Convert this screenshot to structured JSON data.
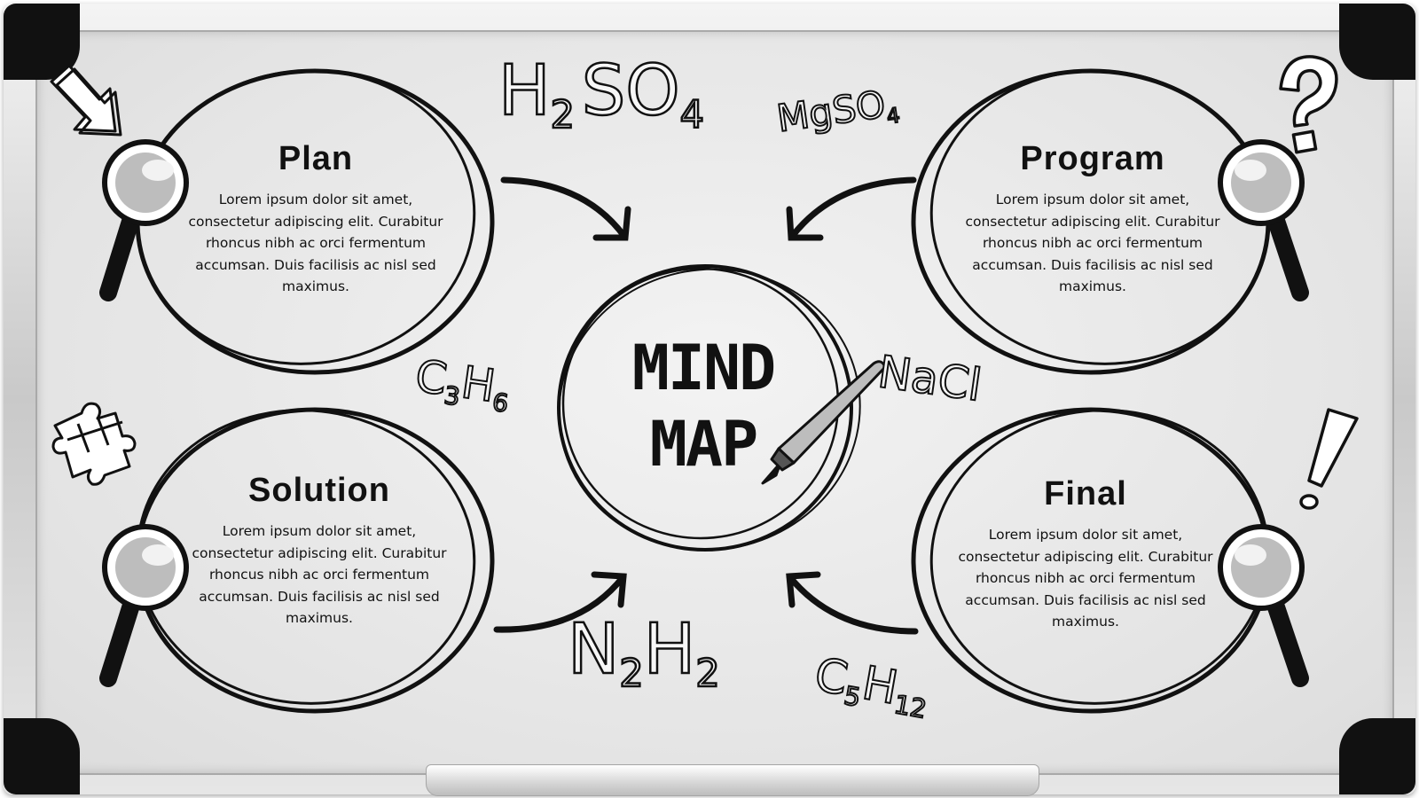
{
  "center": {
    "line1": "MIND",
    "line2": "MAP"
  },
  "nodes": {
    "plan": {
      "title": "Plan",
      "body": "Lorem ipsum dolor sit amet, consectetur adipiscing elit. Curabitur rhoncus nibh ac orci fermentum accumsan. Duis facilisis ac nisl sed maximus."
    },
    "program": {
      "title": "Program",
      "body": "Lorem ipsum dolor sit amet, consectetur adipiscing elit. Curabitur rhoncus nibh ac orci fermentum accumsan. Duis facilisis ac nisl sed maximus."
    },
    "solution": {
      "title": "Solution",
      "body": "Lorem ipsum dolor sit amet, consectetur adipiscing elit. Curabitur rhoncus nibh ac orci fermentum accumsan. Duis facilisis ac nisl sed maximus."
    },
    "final": {
      "title": "Final",
      "body": "Lorem ipsum dolor sit amet, consectetur adipiscing elit. Curabitur rhoncus nibh ac orci fermentum accumsan. Duis facilisis ac nisl sed maximus."
    }
  },
  "formulas": {
    "h2so4": {
      "a": "H",
      "a_sub": "2",
      "b": "SO",
      "b_sub": "4"
    },
    "mgso4": {
      "a": "MgSO",
      "a_sub": "4"
    },
    "c3h6": {
      "a": "C",
      "a_sub": "3",
      "b": "H",
      "b_sub": "6"
    },
    "nacl": {
      "a": "NaCl"
    },
    "n2h2": {
      "a": "N",
      "a_sub": "2",
      "b": "H",
      "b_sub": "2"
    },
    "c5h12": {
      "a": "C",
      "a_sub": "5",
      "b": "H",
      "b_sub": "12"
    }
  },
  "icons": [
    "arrow-down-right-icon",
    "question-mark-icon",
    "puzzle-icon",
    "exclamation-icon",
    "magnifier-icon",
    "marker-pen-icon"
  ]
}
